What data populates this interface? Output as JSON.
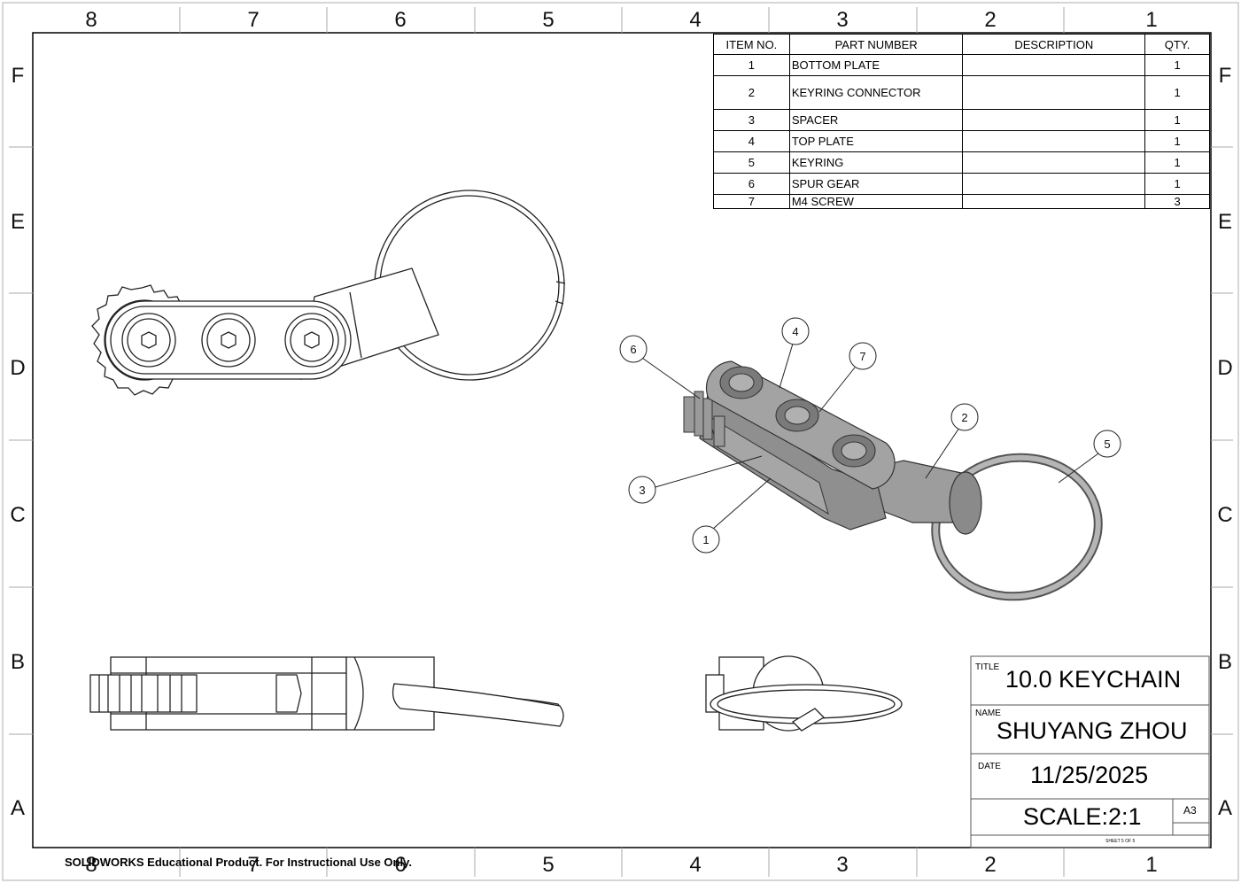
{
  "zones": {
    "columns": [
      "8",
      "7",
      "6",
      "5",
      "4",
      "3",
      "2",
      "1"
    ],
    "rows": [
      "F",
      "E",
      "D",
      "C",
      "B",
      "A"
    ]
  },
  "bom": {
    "headers": [
      "ITEM NO.",
      "PART NUMBER",
      "DESCRIPTION",
      "QTY."
    ],
    "rows": [
      {
        "item": "1",
        "part": "BOTTOM PLATE",
        "desc": "",
        "qty": "1"
      },
      {
        "item": "2",
        "part": "KEYRING CONNECTOR",
        "desc": "",
        "qty": "1"
      },
      {
        "item": "3",
        "part": "SPACER",
        "desc": "",
        "qty": "1"
      },
      {
        "item": "4",
        "part": "TOP PLATE",
        "desc": "",
        "qty": "1"
      },
      {
        "item": "5",
        "part": "KEYRING",
        "desc": "",
        "qty": "1"
      },
      {
        "item": "6",
        "part": "SPUR GEAR",
        "desc": "",
        "qty": "1"
      },
      {
        "item": "7",
        "part": "M4 SCREW",
        "desc": "",
        "qty": "3"
      }
    ]
  },
  "balloons": [
    "1",
    "2",
    "3",
    "4",
    "5",
    "6",
    "7"
  ],
  "title_block": {
    "title_label": "TITLE",
    "title": "10.0 KEYCHAIN",
    "name_label": "NAME",
    "name": "SHUYANG ZHOU",
    "date_label": "DATE",
    "date": "11/25/2025",
    "scale": "SCALE:2:1",
    "size": "A3",
    "sheet": "SHEET 5 OF 5"
  },
  "watermark": "SOLIDWORKS Educational Product. For Instructional Use Only."
}
